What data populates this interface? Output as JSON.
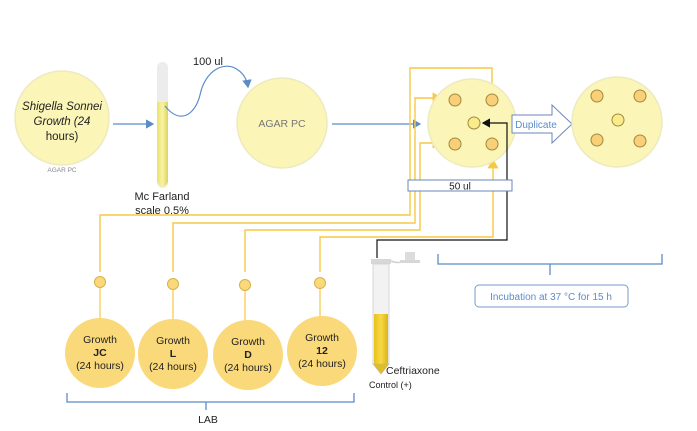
{
  "source_plate": {
    "line1": "Shigella Sonnei",
    "line2": "Growth  (24",
    "line3": "hours)",
    "caption": "AGAR PC"
  },
  "mcfarland": {
    "label_line1": "Mc Farland",
    "label_line2": "scale 0.5%"
  },
  "transfer_volume": "100 ul",
  "agar_plate": {
    "label": "AGAR PC"
  },
  "well_volume": "50 ul",
  "duplicate_arrow": {
    "label": "Duplicate"
  },
  "incubation": {
    "label": "Incubation at 37 °C for 15 h"
  },
  "control": {
    "label_line1": "Ceftriaxone",
    "label_line2": "Control (+)"
  },
  "samples": [
    {
      "line1": "Growth",
      "line2": "JC",
      "line3": "(24 hours)"
    },
    {
      "line1": "Growth",
      "line2": "L",
      "line3": "(24 hours)"
    },
    {
      "line1": "Growth",
      "line2": "D",
      "line3": "(24 hours)"
    },
    {
      "line1": "Growth",
      "line2": "12",
      "line3": "(24 hours)"
    }
  ],
  "lab_group": {
    "label": "LAB"
  },
  "colors": {
    "plate_fill": "#fbf5b8",
    "plate_stroke": "#eeeabf",
    "sample_fill": "#fad97a",
    "well_fill": "#f9cf78",
    "well_stroke": "#a08840",
    "connector": "#f6c944",
    "blue": "#5b8cc8",
    "dark": "#222222"
  }
}
